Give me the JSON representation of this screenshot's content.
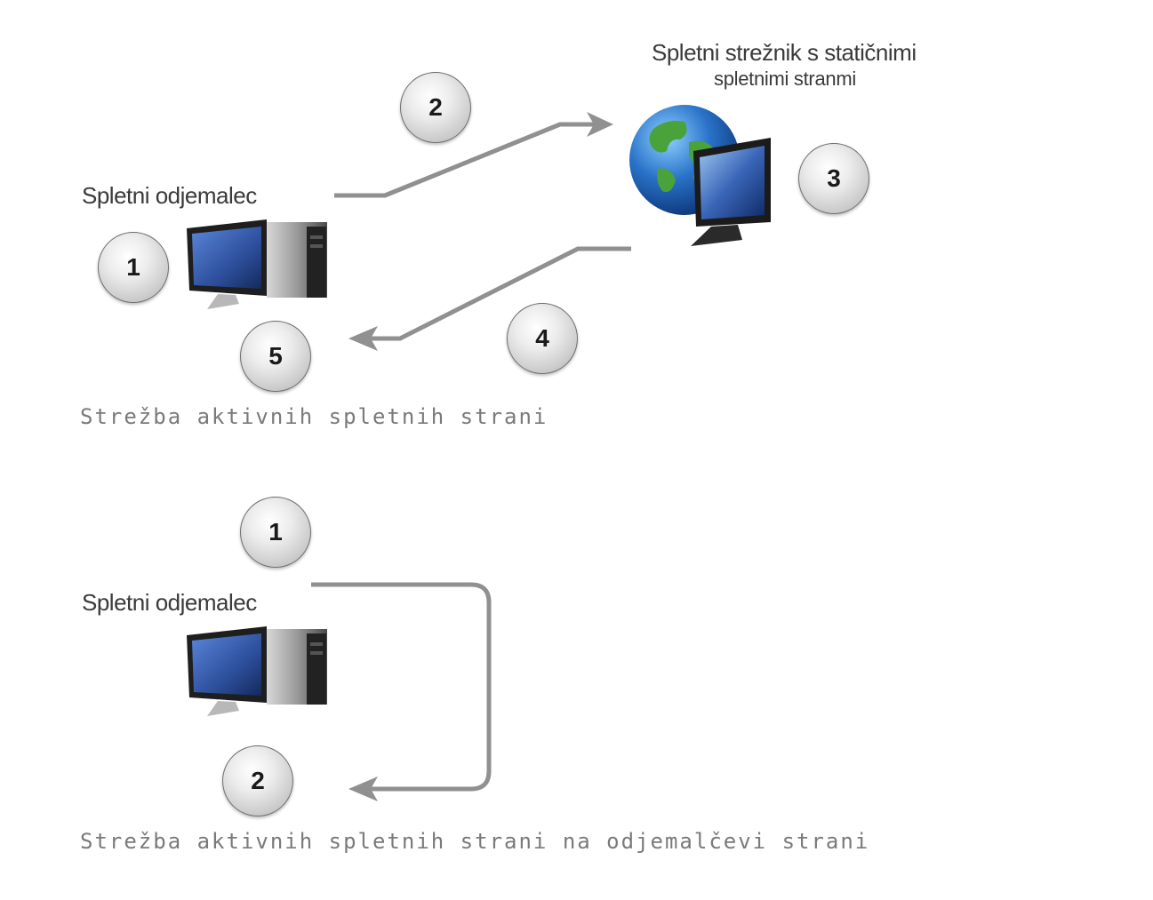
{
  "top_diagram": {
    "client_label": "Spletni odjemalec",
    "server_label_line1": "Spletni strežnik s statičnimi",
    "server_label_line2": "spletnimi stranmi",
    "steps": [
      "1",
      "2",
      "3",
      "4",
      "5"
    ],
    "caption": "Strežba aktivnih spletnih strani"
  },
  "bottom_diagram": {
    "client_label": "Spletni odjemalec",
    "steps": [
      "1",
      "2"
    ],
    "caption": "Strežba aktivnih spletnih strani na odjemalčevi strani"
  },
  "colors": {
    "arrow": "#909090",
    "screen": "#3d63b8",
    "globe_ocean": "#2a73c9",
    "globe_land": "#4aa23a"
  },
  "icons": [
    "desktop-computer-icon",
    "globe-server-icon"
  ]
}
